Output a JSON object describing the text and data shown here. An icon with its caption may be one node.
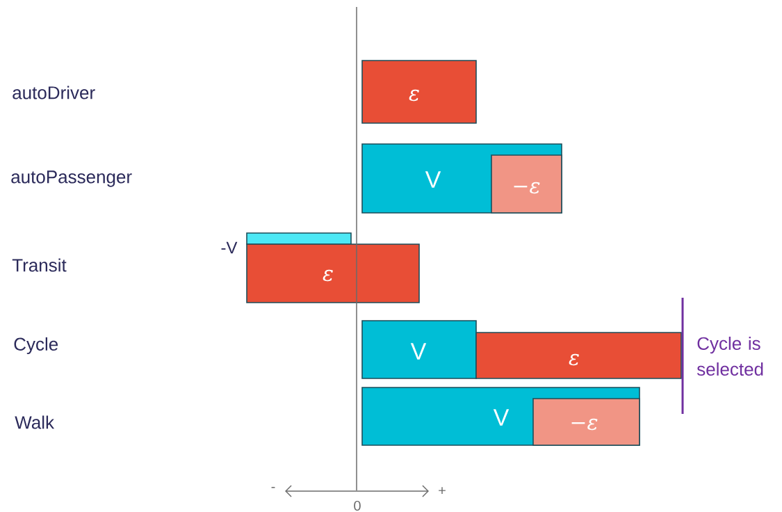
{
  "diagram": {
    "nodes": [
      {
        "text": [
          "ε"
        ]
      },
      {
        "text": [
          "V"
        ]
      },
      {
        "text": [
          "−ε"
        ],
        "in": 1
      },
      {
        "text": [],
        "shape": "bar",
        "beside": [
          "-V"
        ]
      },
      {
        "text": [
          "ε"
        ]
      },
      {
        "text": [
          "V"
        ]
      },
      {
        "text": [
          "ε"
        ]
      },
      {
        "text": [
          "V"
        ]
      },
      {
        "text": [
          "−ε"
        ],
        "in": 7
      }
    ],
    "labels": [
      "autoDriver",
      "autoPassenger",
      "Transit",
      "Cycle",
      "Walk",
      "Cycle is selected",
      "-",
      "0",
      "+"
    ]
  }
}
